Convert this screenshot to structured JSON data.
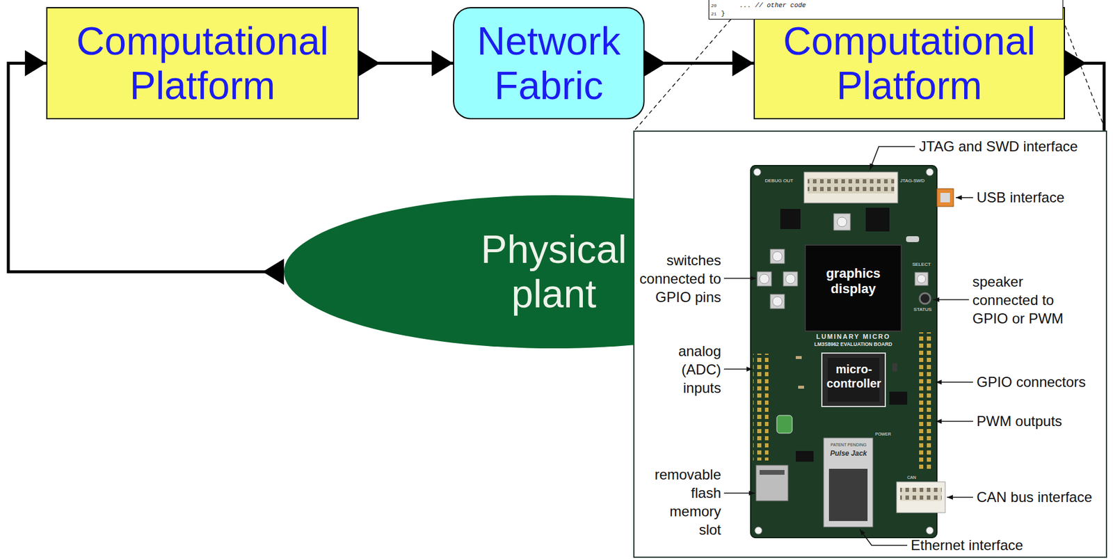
{
  "diagram": {
    "nodes": [
      {
        "text": [
          "Computational Platform"
        ]
      },
      {
        "text": [
          "Network Fabric"
        ]
      },
      {
        "text": [
          "Computational Platform"
        ]
      },
      {
        "text": [
          "Physical plant"
        ]
      }
    ],
    "edges": [
      {
        "from": 0,
        "to": 1,
        "arrow": "to"
      },
      {
        "from": 1,
        "to": 2,
        "arrow": "to"
      },
      {
        "from": 2,
        "to": 3,
        "arrow": "to"
      },
      {
        "from": 3,
        "to": 0,
        "arrow": "to"
      }
    ],
    "labels": [
      "20",
      "... // other code",
      "21",
      "}",
      "JTAG and SWD interface",
      "USB interface",
      "switches connected to GPIO pins",
      "graphics display",
      "speaker connected to GPIO or PWM",
      "analog (ADC) inputs",
      "micro- controller",
      "GPIO connectors",
      "PWM outputs",
      "removable flash memory slot",
      "CAN bus interface",
      "Ethernet interface",
      "DEBUG OUT",
      "JTAG-SWD",
      "SELECT",
      "STATUS",
      "LUMINARY MICRO",
      "LM3S8962 EVALUATION BOARD",
      "PATENT PENDING",
      "Pulse Jack",
      "POWER",
      "CAN"
    ]
  }
}
